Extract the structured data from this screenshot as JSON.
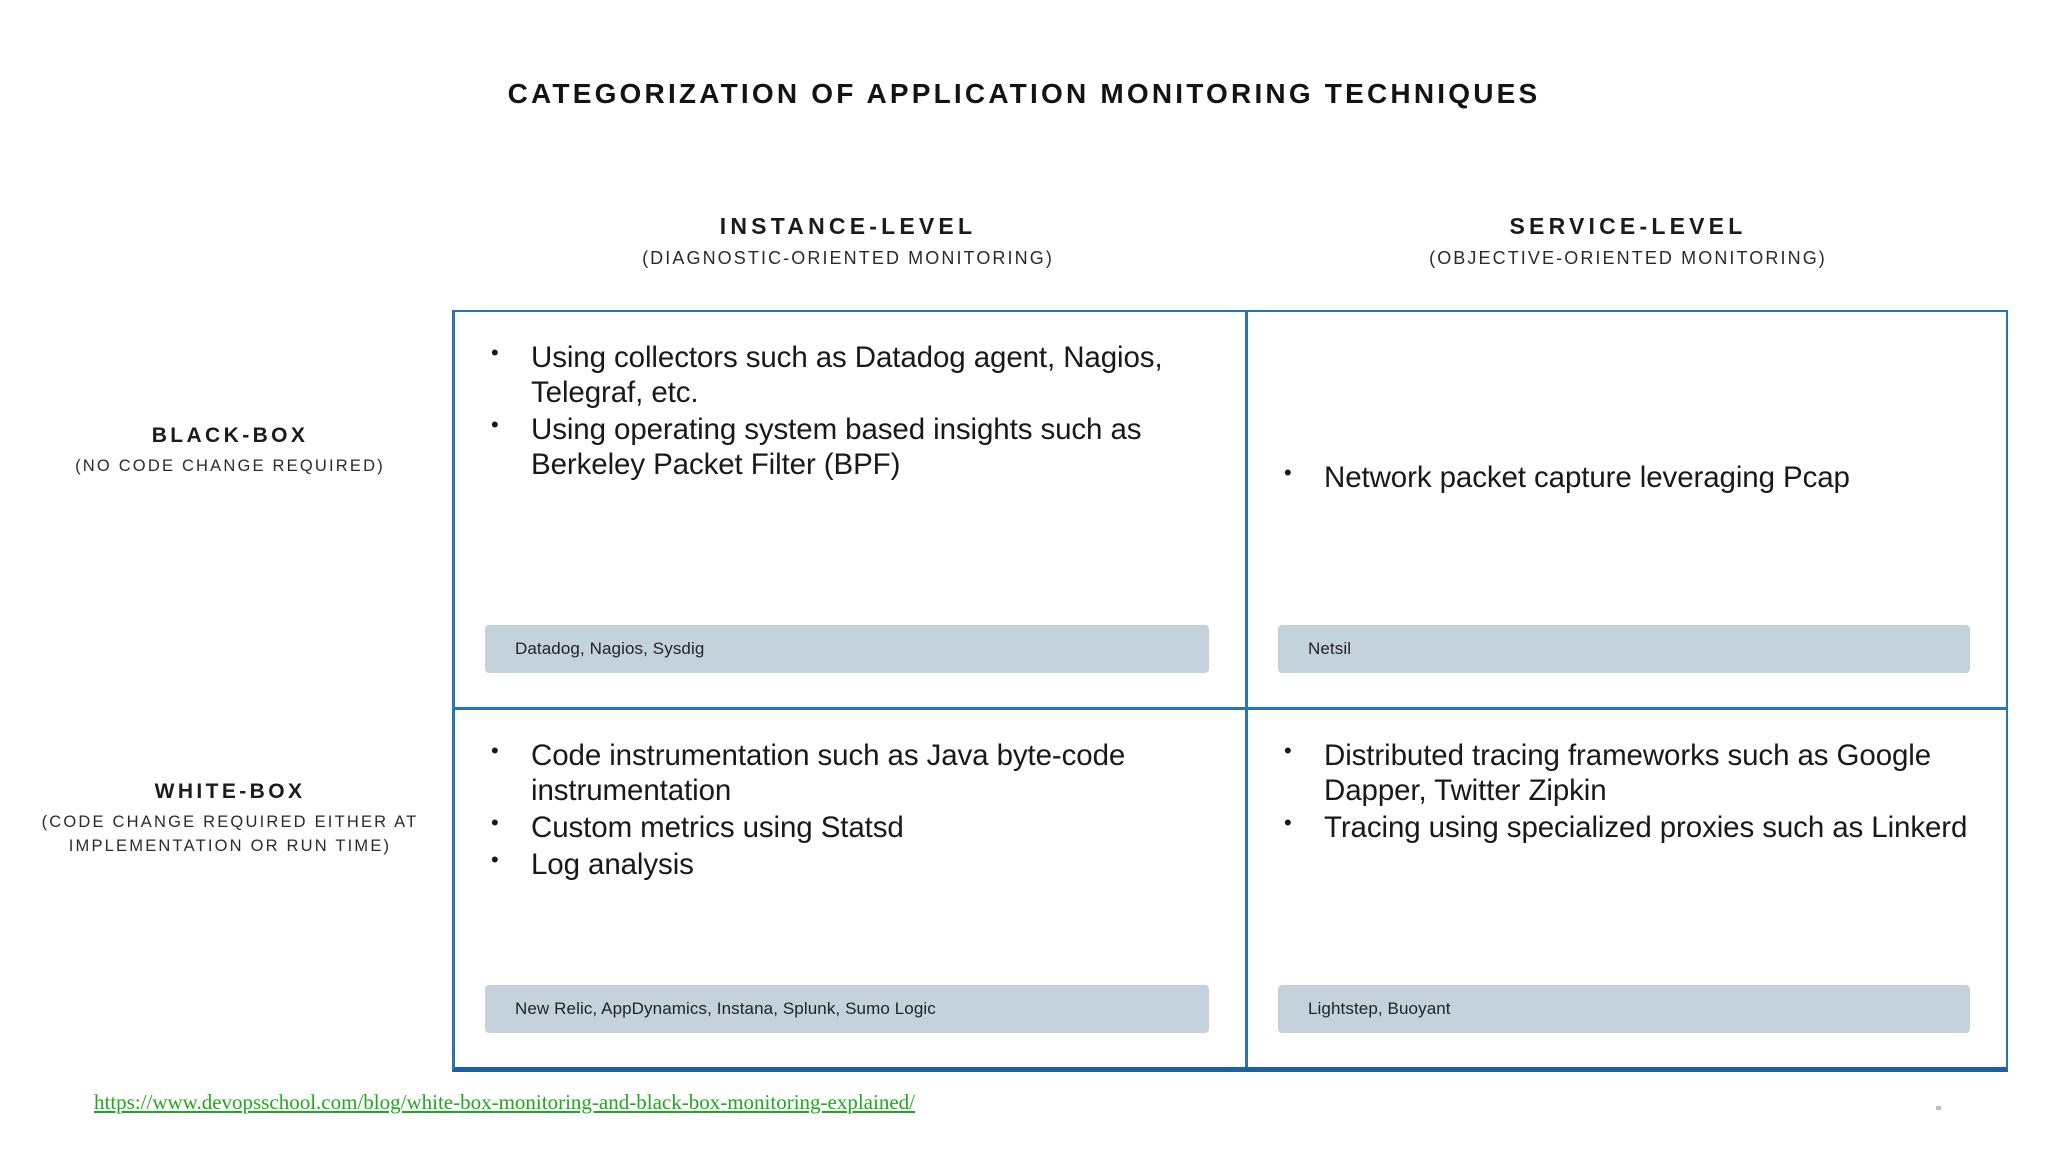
{
  "title": "CATEGORIZATION OF APPLICATION MONITORING TECHNIQUES",
  "columns": [
    {
      "id": "instance-level",
      "main": "INSTANCE-LEVEL",
      "sub": "(DIAGNOSTIC-ORIENTED MONITORING)"
    },
    {
      "id": "service-level",
      "main": "SERVICE-LEVEL",
      "sub": "(OBJECTIVE-ORIENTED MONITORING)"
    }
  ],
  "rows": [
    {
      "id": "black-box",
      "main": "BLACK-BOX",
      "sub": "(NO CODE CHANGE REQUIRED)"
    },
    {
      "id": "white-box",
      "main": "WHITE-BOX",
      "sub": "(CODE CHANGE REQUIRED EITHER AT IMPLEMENTATION OR RUN TIME)"
    }
  ],
  "cells": {
    "black_instance": {
      "bullets": [
        "Using collectors such as Datadog agent, Nagios, Telegraf, etc.",
        "Using operating system based insights such as Berkeley Packet Filter (BPF)"
      ],
      "tools": "Datadog, Nagios, Sysdig"
    },
    "black_service": {
      "bullets": [
        "Network packet capture leveraging Pcap"
      ],
      "tools": "Netsil"
    },
    "white_instance": {
      "bullets": [
        "Code instrumentation such as Java byte-code instrumentation",
        "Custom metrics using Statsd",
        "Log analysis"
      ],
      "tools": "New Relic, AppDynamics, Instana, Splunk, Sumo Logic"
    },
    "white_service": {
      "bullets": [
        "Distributed tracing frameworks such as Google Dapper, Twitter Zipkin",
        "Tracing using specialized proxies such as Linkerd"
      ],
      "tools": "Lightstep, Buoyant"
    }
  },
  "source": {
    "url": "https://www.devopsschool.com/blog/white-box-monitoring-and-black-box-monitoring-explained/"
  },
  "colors": {
    "border_blue": "#2b74b3",
    "border_blue_dark": "#1f5fa0",
    "tag_background": "#c4d2dc",
    "link_green": "#1fa81f",
    "text": "#191919",
    "page_background": "#ffffff"
  }
}
